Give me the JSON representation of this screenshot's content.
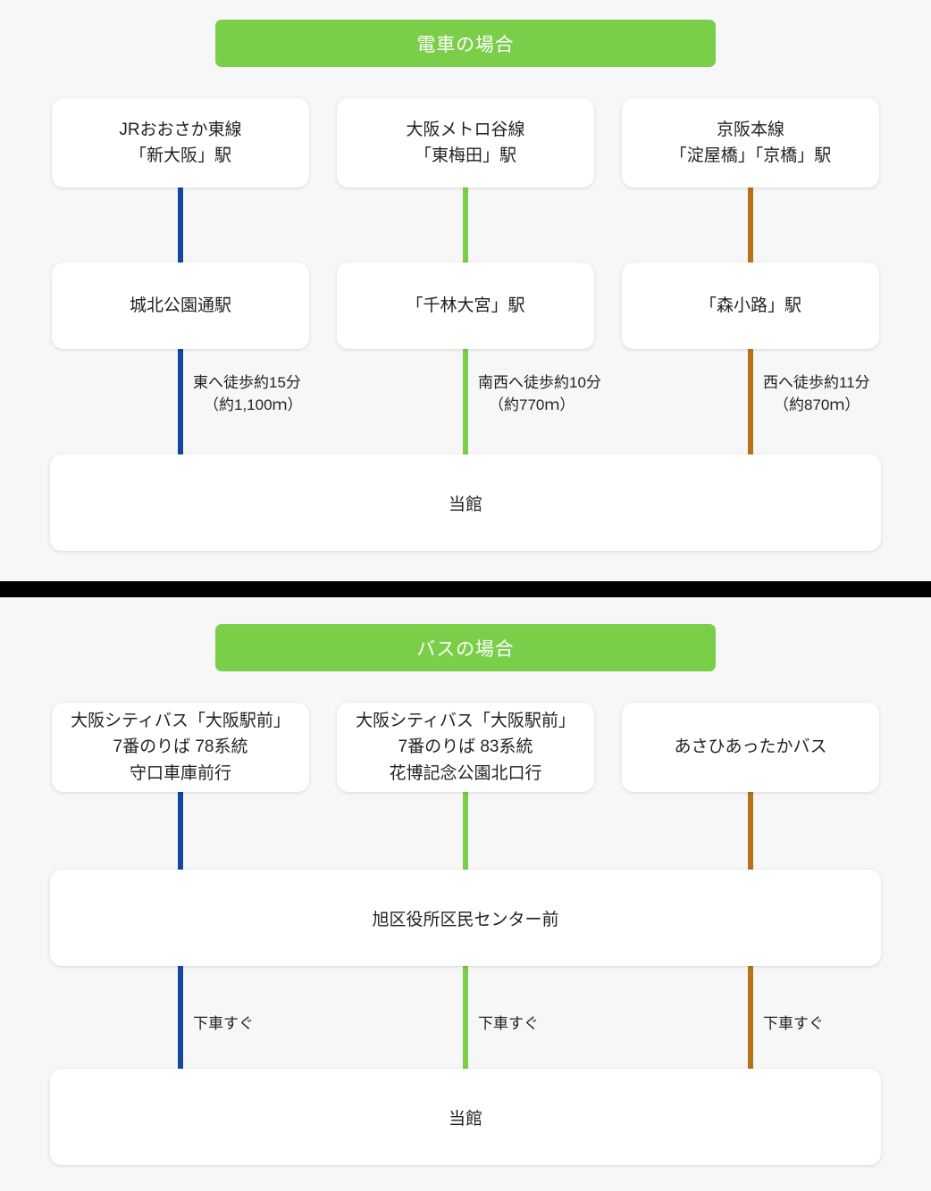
{
  "colors": {
    "banner_green": "#7ace48",
    "rail_blue": "#16479d",
    "rail_green": "#7ace48",
    "rail_brown": "#b5741a",
    "page_background": "#f7f7f7",
    "card_background": "#ffffff",
    "divider": "#000000"
  },
  "train_section": {
    "banner": "電車の場合",
    "routes": [
      {
        "color": "#16479d",
        "origin": [
          "JRおおさか東線",
          "「新大阪」駅"
        ],
        "transfer": [
          "城北公園通駅"
        ],
        "walk_line1": "東へ徒歩約15分",
        "walk_line2": "（約1,100ｍ）"
      },
      {
        "color": "#7ace48",
        "origin": [
          "大阪メトロ谷線",
          "「東梅田」駅"
        ],
        "transfer": [
          "「千林大宮」駅"
        ],
        "walk_line1": "南西へ徒歩約10分",
        "walk_line2": "（約770ｍ）"
      },
      {
        "color": "#b5741a",
        "origin": [
          "京阪本線",
          "「淀屋橋」「京橋」駅"
        ],
        "transfer": [
          "「森小路」駅"
        ],
        "walk_line1": "西へ徒歩約11分",
        "walk_line2": "（約870ｍ）"
      }
    ],
    "destination": "当館"
  },
  "bus_section": {
    "banner": "バスの場合",
    "routes": [
      {
        "color": "#16479d",
        "origin": [
          "大阪シティバス「大阪駅前」",
          "7番のりば 78系統",
          "守口車庫前行"
        ],
        "walk_line1": "下車すぐ"
      },
      {
        "color": "#7ace48",
        "origin": [
          "大阪シティバス「大阪駅前」",
          "7番のりば 83系統",
          "花博記念公園北口行"
        ],
        "walk_line1": "下車すぐ"
      },
      {
        "color": "#b5741a",
        "origin": [
          "あさひあったかバス"
        ],
        "walk_line1": "下車すぐ"
      }
    ],
    "stop": "旭区役所区民センター前",
    "destination": "当館"
  }
}
